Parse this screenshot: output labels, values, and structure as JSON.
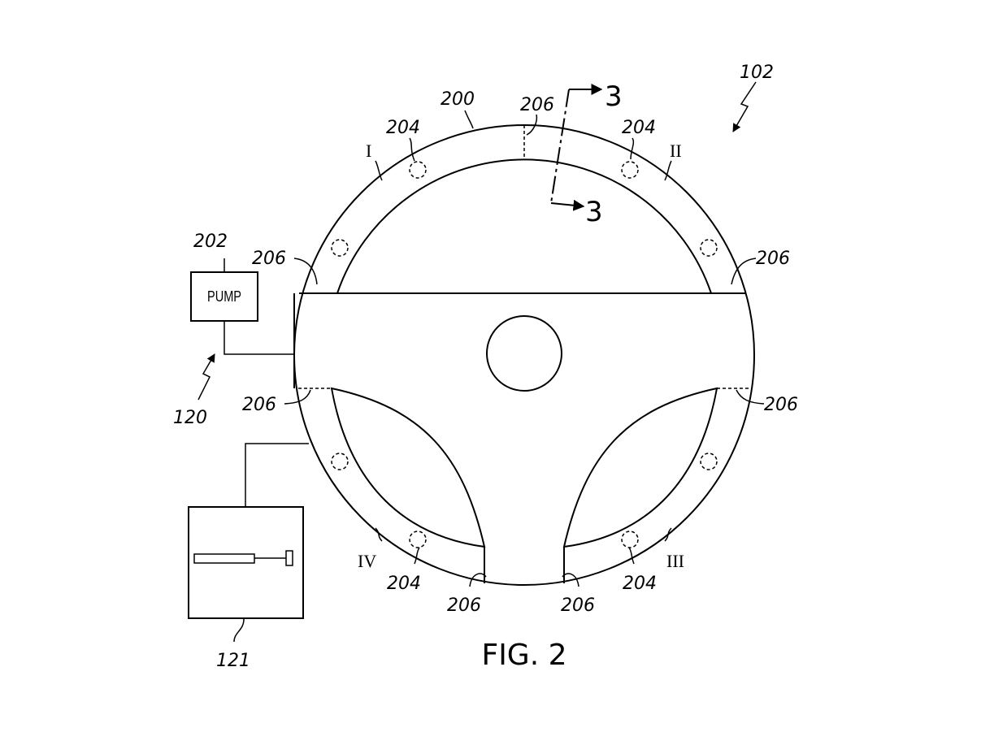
{
  "figure_label": "FIG. 2",
  "section_marker": "3",
  "pump_label": "PUMP",
  "refs": {
    "system": "102",
    "heater": "120",
    "controller": "121",
    "rim": "200",
    "pump": "202",
    "port": "204",
    "divider": "206"
  },
  "zones": [
    "I",
    "II",
    "III",
    "IV"
  ]
}
